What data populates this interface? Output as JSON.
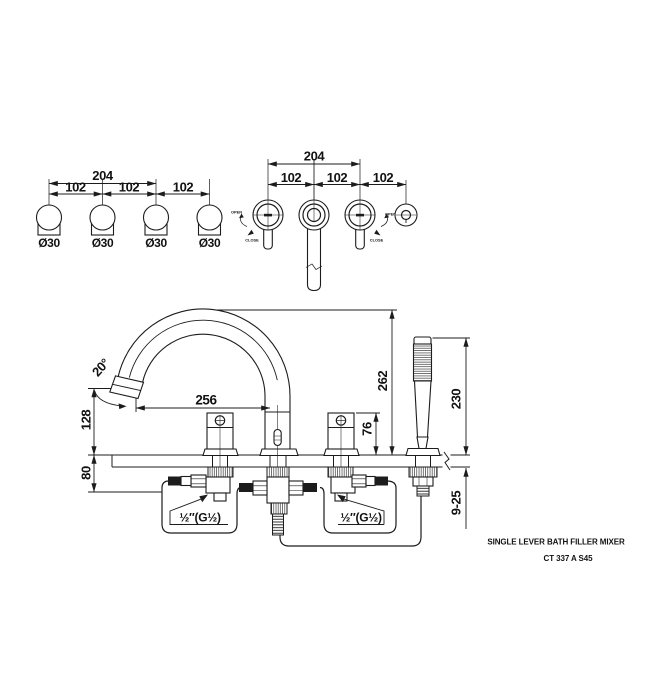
{
  "colors": {
    "line": "#1c1c1c",
    "background": "#ffffff"
  },
  "plan_view": {
    "dim_overall": "204",
    "dim_spacing": [
      "102",
      "102",
      "102"
    ],
    "hole_dia": [
      "Ø30",
      "Ø30",
      "Ø30",
      "Ø30"
    ]
  },
  "top_view": {
    "dim_overall": "204",
    "dim_spacing": [
      "102",
      "102",
      "102"
    ],
    "handle_left": {
      "open": "OPEN",
      "close": "CLOSE"
    },
    "handle_right": {
      "open": "OPEN",
      "close": "CLOSE"
    }
  },
  "front_view": {
    "spout_angle": "20°",
    "spout_reach": "256",
    "outlet_height": "128",
    "under_deck_depth": "80",
    "handle_height": "76",
    "spout_height": "262",
    "handshower_height": "230",
    "deck_thickness": "9-25",
    "thread_left": "½″(G½)",
    "thread_right": "½″(G½)"
  },
  "title_block": {
    "product_name": "SINGLE LEVER BATH FILLER MIXER",
    "model_code": "CT 337 A S45"
  }
}
